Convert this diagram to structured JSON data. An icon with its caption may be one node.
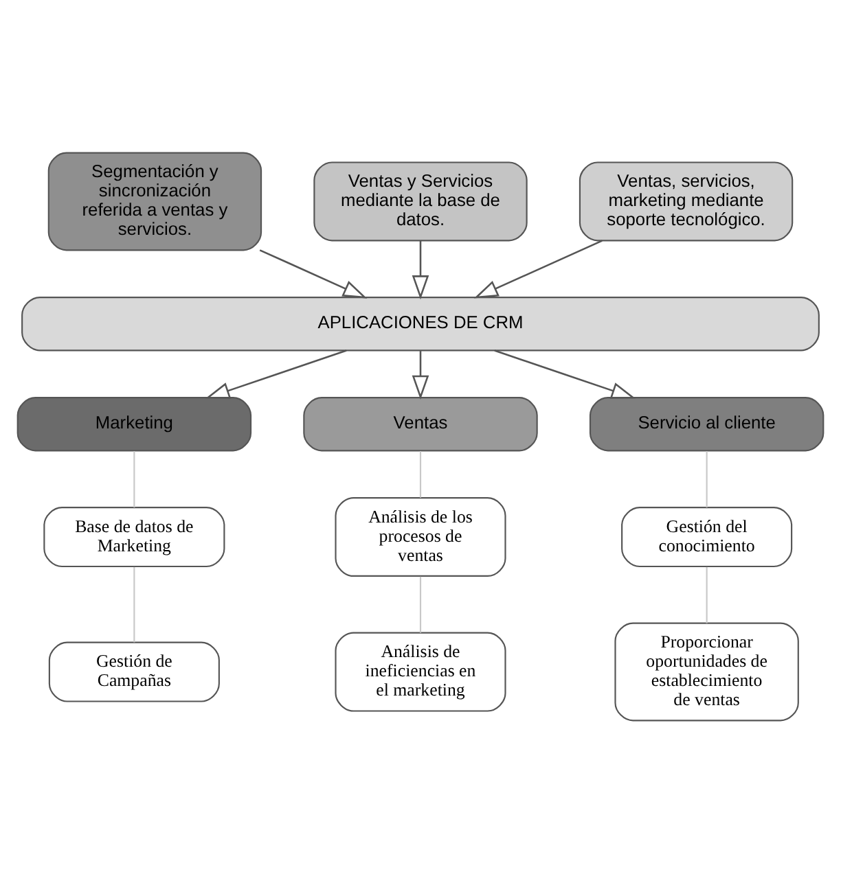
{
  "diagram": {
    "nodes": [
      {
        "text": [
          "Segmentación y sincronización referida a ventas y servicios."
        ]
      },
      {
        "text": [
          "Ventas y Servicios mediante la base de datos."
        ]
      },
      {
        "text": [
          "Ventas, servicios, marketing mediante soporte tecnológico."
        ]
      },
      {
        "text": [
          "APLICACIONES DE CRM"
        ]
      },
      {
        "text": [
          "Marketing"
        ]
      },
      {
        "text": [
          "Ventas"
        ]
      },
      {
        "text": [
          "Servicio al cliente"
        ]
      },
      {
        "text": [
          "Base de datos de Marketing"
        ]
      },
      {
        "text": [
          "Gestión de Campañas"
        ]
      },
      {
        "text": [
          "Análisis de los procesos de ventas"
        ]
      },
      {
        "text": [
          "Análisis de ineficiencias en el marketing"
        ]
      },
      {
        "text": [
          "Gestión del conocimiento"
        ]
      },
      {
        "text": [
          "Proporcionar oportunidades de establecimiento de ventas"
        ]
      }
    ],
    "edges": [
      {
        "from": 0,
        "to": 3,
        "arrow": "to"
      },
      {
        "from": 1,
        "to": 3,
        "arrow": "to"
      },
      {
        "from": 2,
        "to": 3,
        "arrow": "to"
      },
      {
        "from": 3,
        "to": 4,
        "arrow": "to"
      },
      {
        "from": 3,
        "to": 5,
        "arrow": "to"
      },
      {
        "from": 3,
        "to": 6,
        "arrow": "to"
      },
      {
        "from": 4,
        "to": 7,
        "arrow": "none",
        "color": "#c8c8c8"
      },
      {
        "from": 7,
        "to": 8,
        "arrow": "none",
        "color": "#c8c8c8"
      },
      {
        "from": 5,
        "to": 9,
        "arrow": "none",
        "color": "#c8c8c8"
      },
      {
        "from": 9,
        "to": 10,
        "arrow": "none",
        "color": "#c8c8c8"
      },
      {
        "from": 6,
        "to": 11,
        "arrow": "none",
        "color": "#c8c8c8"
      },
      {
        "from": 11,
        "to": 12,
        "arrow": "none",
        "color": "#c8c8c8"
      }
    ]
  }
}
